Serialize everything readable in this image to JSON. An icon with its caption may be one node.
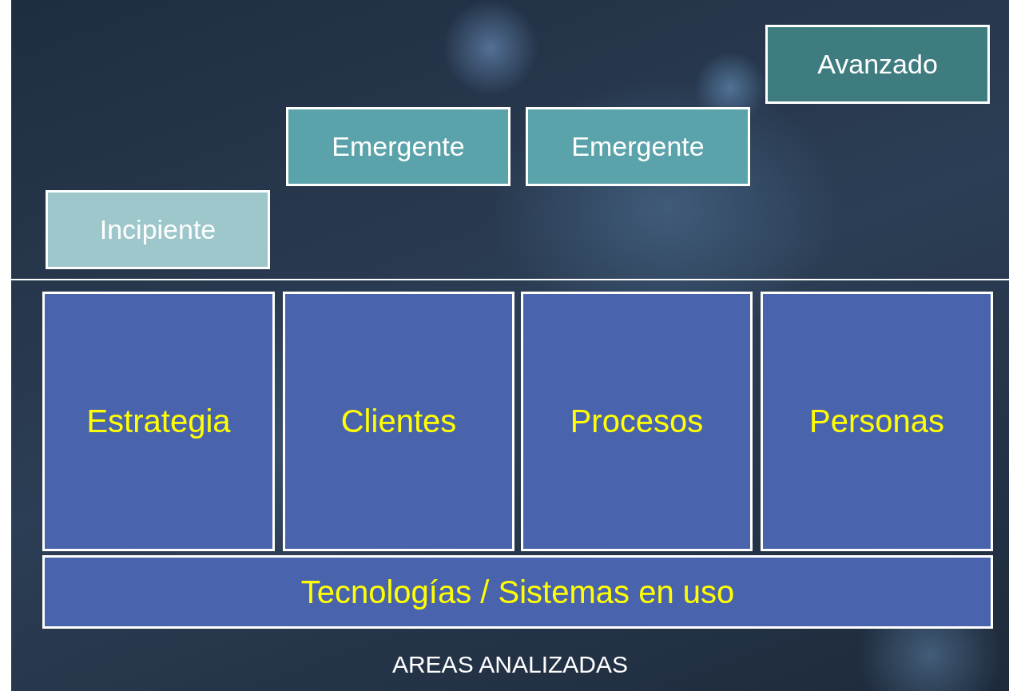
{
  "diagram": {
    "nodes": [
      {
        "text": [
          "Incipiente"
        ]
      },
      {
        "text": [
          "Emergente"
        ]
      },
      {
        "text": [
          "Emergente"
        ]
      },
      {
        "text": [
          "Avanzado"
        ]
      },
      {
        "text": [
          "Estrategia"
        ]
      },
      {
        "text": [
          "Clientes"
        ]
      },
      {
        "text": [
          "Procesos"
        ]
      },
      {
        "text": [
          "Personas"
        ]
      },
      {
        "text": [
          "Tecnologías / Sistemas en uso"
        ]
      }
    ],
    "labels": [
      "AREAS ANALIZADAS"
    ]
  }
}
